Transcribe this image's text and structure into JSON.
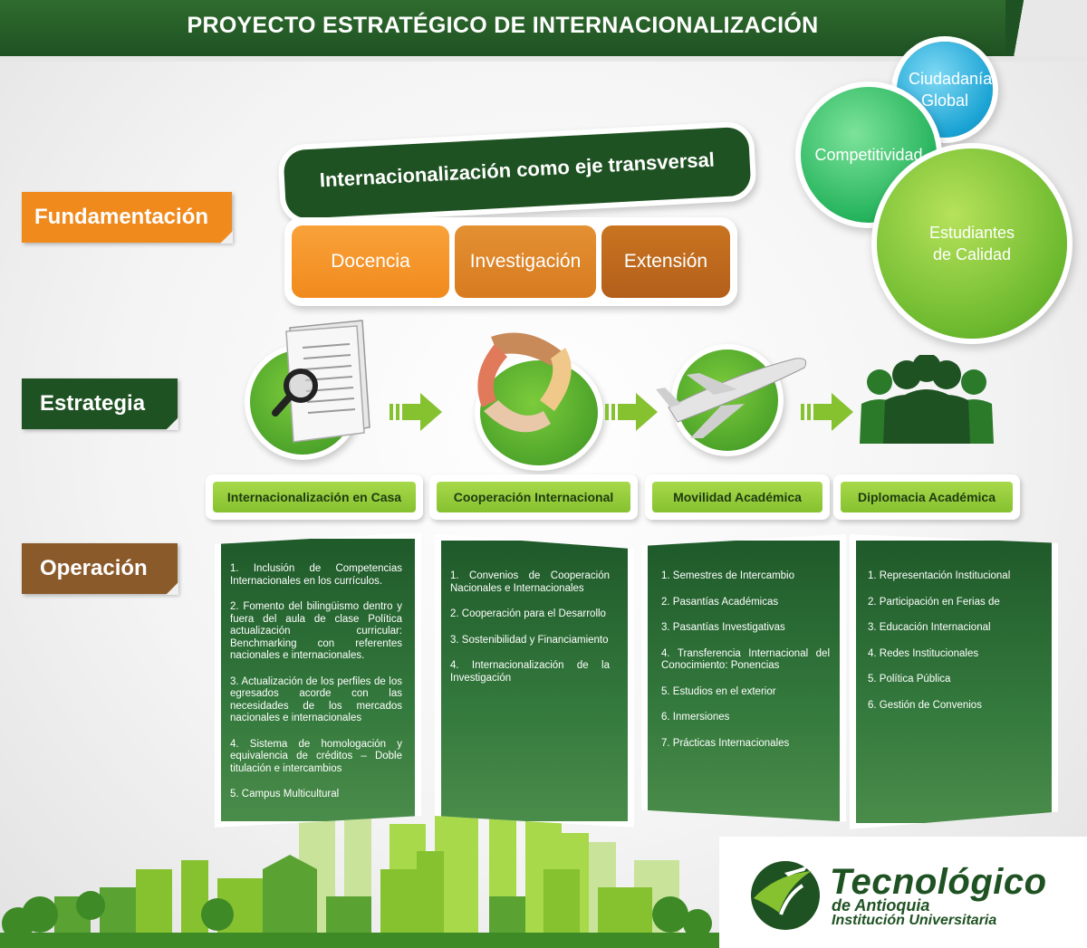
{
  "header": {
    "title": "PROYECTO ESTRATÉGICO DE INTERNACIONALIZACIÓN"
  },
  "labels": {
    "fundamentacion": "Fundamentación",
    "estrategia": "Estrategia",
    "operacion": "Operación"
  },
  "transversal": {
    "title": "Internacionalización como eje transversal"
  },
  "pillars": [
    "Docencia",
    "Investigación",
    "Extensión"
  ],
  "bubbles": {
    "ciudadania": "Ciudadanía Global",
    "competitividad": "Competitividad",
    "estudiantes": "Estudiantes de Calidad"
  },
  "icons": [
    "document-search-icon",
    "hands-cooperation-icon",
    "airplane-icon",
    "people-group-icon"
  ],
  "strategies": [
    {
      "title": "Internacionalización en Casa",
      "items": [
        "1. Inclusión de Competencias Internacionales en los currículos.",
        "2. Fomento del bilingüismo dentro y fuera del aula de clase Política actualización curricular: Benchmarking con referentes nacionales e internacionales.",
        "3. Actualización de los perfiles de los egresados acorde con las necesidades de los mercados nacionales e internacionales",
        "4. Sistema de homologación y equivalencia de créditos – Doble titulación e intercambios",
        "5. Campus Multicultural"
      ]
    },
    {
      "title": "Cooperación Internacional",
      "items": [
        "1. Convenios de Cooperación Nacionales e Internacionales",
        "2. Cooperación para el Desarrollo",
        "3. Sostenibilidad y Financiamiento",
        "4. Internacionalización de la Investigación"
      ]
    },
    {
      "title": "Movilidad Académica",
      "items": [
        "1. Semestres de Intercambio",
        "2. Pasantías Académicas",
        "3. Pasantías Investigativas",
        "4. Transferencia Internacional del Conocimiento: Ponencias",
        "5. Estudios en el exterior",
        "6. Inmersiones",
        "7. Prácticas Internacionales"
      ]
    },
    {
      "title": "Diplomacia Académica",
      "items": [
        "1. Representación Institucional",
        "2. Participación en Ferias de",
        "3. Educación Internacional",
        "4. Redes Institucionales",
        "5. Política Pública",
        "6. Gestión de Convenios"
      ]
    }
  ],
  "logo": {
    "line1": "Tecnológico",
    "line2": "de Antioquia",
    "line3": "Institución Universitaria"
  },
  "colors": {
    "dark_green": "#1f5222",
    "light_green": "#86c130",
    "orange": "#f08a1d",
    "brown": "#8b5a2b",
    "blue": "#1aa3d4"
  }
}
